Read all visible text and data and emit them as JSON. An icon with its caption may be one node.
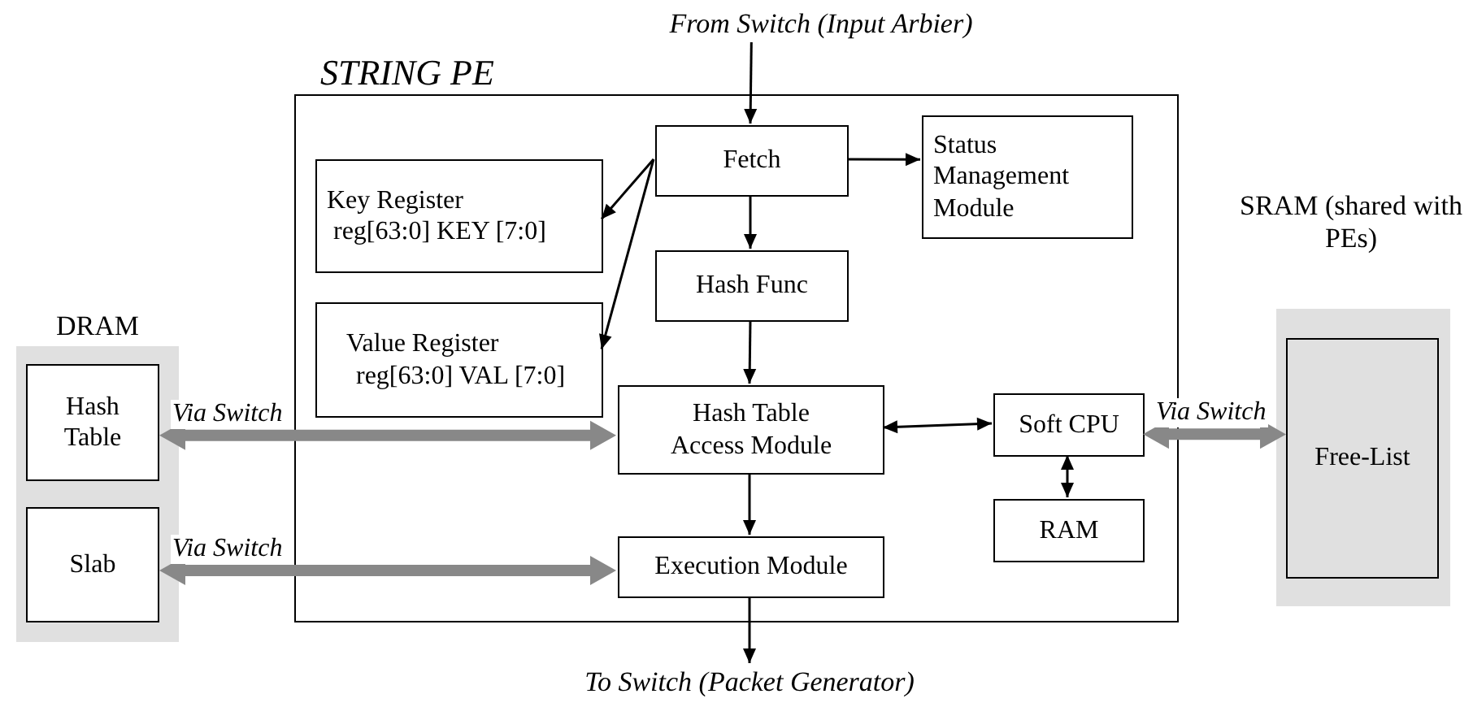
{
  "diagram": {
    "nodes": [
      {
        "text": [
          "From Switch (Input Arbier)"
        ]
      },
      {
        "text": [
          "STRING PE"
        ]
      },
      {
        "text": [
          "Fetch"
        ],
        "in": 1
      },
      {
        "text": [
          "Status Management Module"
        ],
        "in": 1
      },
      {
        "text": [
          "Key Register",
          "reg[63:0] KEY [7:0]"
        ],
        "in": 1
      },
      {
        "text": [
          "Hash Func"
        ],
        "in": 1
      },
      {
        "text": [
          "Value Register",
          "reg[63:0] VAL [7:0]"
        ],
        "in": 1
      },
      {
        "text": [
          "Hash Table Access Module"
        ],
        "in": 1
      },
      {
        "text": [
          "Soft CPU"
        ],
        "in": 1
      },
      {
        "text": [
          "RAM"
        ],
        "in": 1
      },
      {
        "text": [
          "Execution Module"
        ],
        "in": 1
      },
      {
        "text": [
          "To Switch (Packet Generator)"
        ]
      },
      {
        "text": [
          "DRAM"
        ]
      },
      {
        "text": [
          "Hash Table"
        ],
        "in": 12
      },
      {
        "text": [
          "Slab"
        ],
        "in": 12
      },
      {
        "text": [
          "SRAM (shared with PEs)"
        ]
      },
      {
        "text": [
          "Free-List"
        ],
        "in": 15
      }
    ],
    "edges": [
      {
        "from": 0,
        "to": 2,
        "arrow": "to"
      },
      {
        "from": 2,
        "to": 3,
        "arrow": "to"
      },
      {
        "from": 2,
        "to": 4,
        "arrow": "to"
      },
      {
        "from": 2,
        "to": 6,
        "arrow": "to"
      },
      {
        "from": 2,
        "to": 5,
        "arrow": "to"
      },
      {
        "from": 5,
        "to": 7,
        "arrow": "to"
      },
      {
        "from": 13,
        "to": 7,
        "arrow": "both",
        "label": "Via Switch",
        "style": "thick",
        "color": "#888888"
      },
      {
        "from": 7,
        "to": 8,
        "arrow": "both"
      },
      {
        "from": 8,
        "to": 9,
        "arrow": "both"
      },
      {
        "from": 7,
        "to": 10,
        "arrow": "to"
      },
      {
        "from": 10,
        "to": 11,
        "arrow": "to"
      },
      {
        "from": 14,
        "to": 10,
        "arrow": "both",
        "label": "Via Switch",
        "style": "thick",
        "color": "#888888"
      },
      {
        "from": 8,
        "to": 16,
        "arrow": "both",
        "label": "Via Switch",
        "style": "thick",
        "color": "#888888"
      }
    ]
  }
}
